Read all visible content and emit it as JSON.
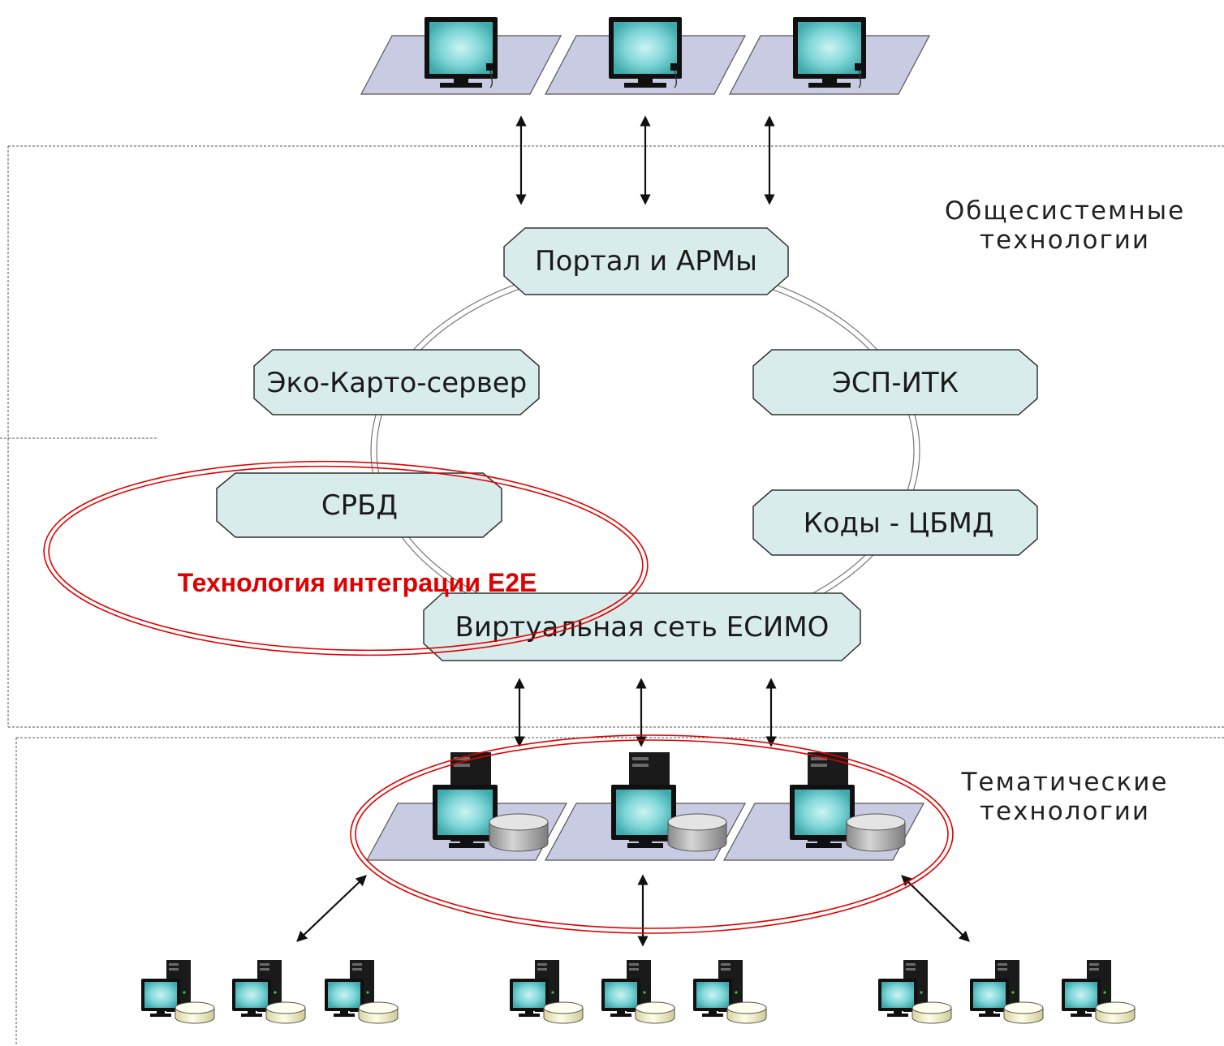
{
  "sections": {
    "system": {
      "line1": "Общесистемные",
      "line2": "технологии"
    },
    "thematic": {
      "line1": "Тематические",
      "line2": "технологии"
    }
  },
  "nodes": {
    "portal": "Портал и АРМы",
    "eco_carto": "Эко-Карто-сервер",
    "esp_itk": "ЭСП-ИТК",
    "srbd": "СРБД",
    "codes": "Коды - ЦБМД",
    "virtual_net": "Виртуальная сеть ЕСИМО"
  },
  "highlight": {
    "label": "Технология интеграции E2E"
  },
  "colors": {
    "node_fill": "#d9ecec",
    "screen": "#5fc7c9",
    "pad": "#c9cbe3",
    "highlight": "#e00000",
    "db_gray": "#b5b5b5",
    "db_yellow": "#fffbd6"
  },
  "icons": {
    "workstation": "workstation-icon",
    "server": "server-icon",
    "small_server": "small-server-icon"
  }
}
